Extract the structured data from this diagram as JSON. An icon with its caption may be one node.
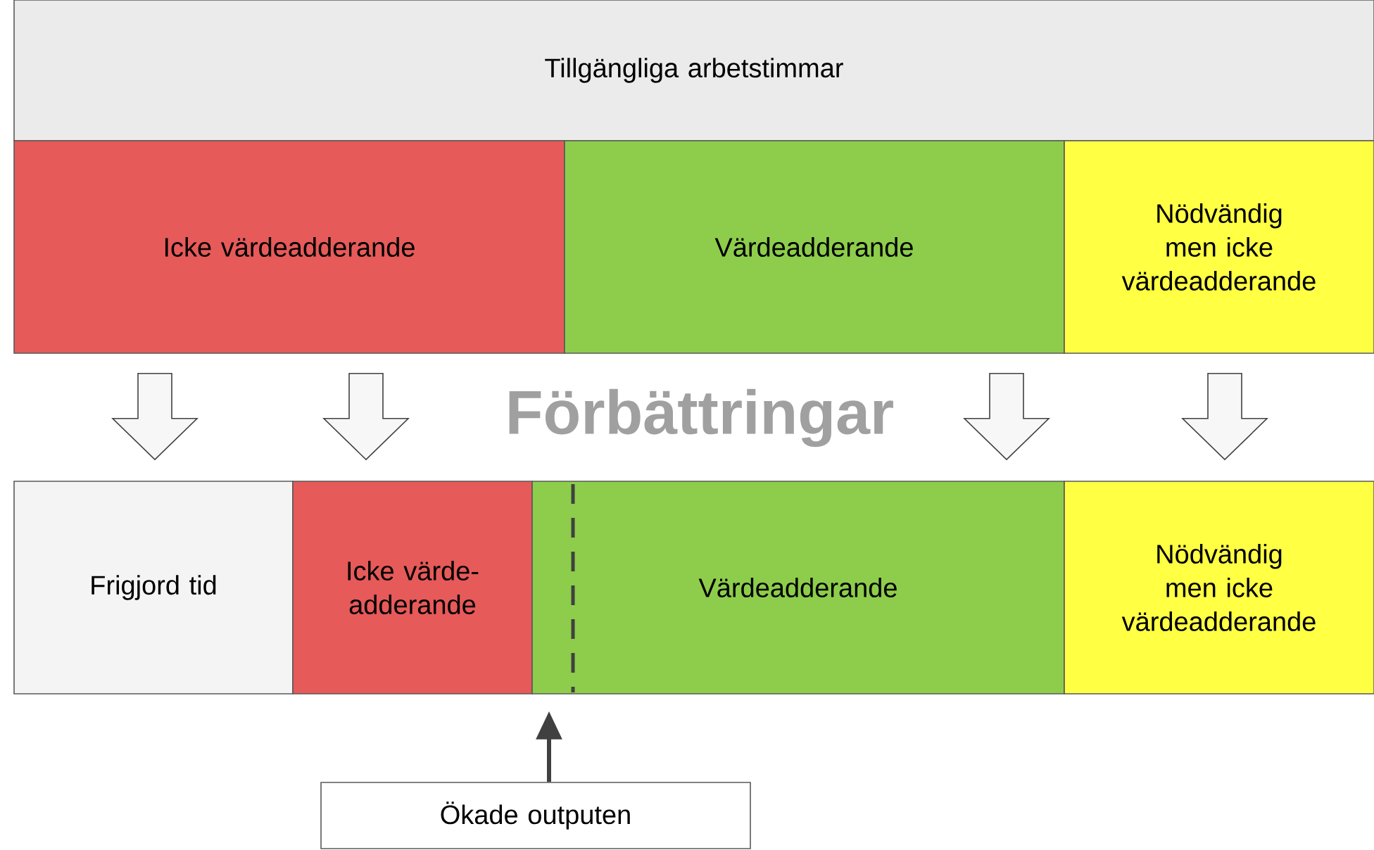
{
  "diagram": {
    "nodes": [
      {
        "text": [
          "Tillgängliga arbetstimmar"
        ]
      },
      {
        "text": [
          "Icke värdeadderande"
        ]
      },
      {
        "text": [
          "Värdeadderande"
        ]
      },
      {
        "text": [
          "Nödvändig men icke värdeadderande"
        ]
      },
      {
        "text": [
          "Frigjord tid"
        ]
      },
      {
        "text": [
          "Icke värde- adderande"
        ]
      },
      {
        "text": [
          "Värdeadderande"
        ]
      },
      {
        "text": [
          "Nödvändig men icke värdeadderande"
        ]
      },
      {
        "text": [
          "Ökade outputen"
        ]
      }
    ],
    "edges": [
      {
        "from": 1,
        "to": 4,
        "arrow": "to"
      },
      {
        "from": 1,
        "to": 5,
        "arrow": "to"
      },
      {
        "from": 2,
        "to": 6,
        "arrow": "to"
      },
      {
        "from": 3,
        "to": 7,
        "arrow": "to"
      },
      {
        "from": 8,
        "to": 6,
        "arrow": "to"
      }
    ],
    "labels": [
      "Förbättringar"
    ]
  }
}
